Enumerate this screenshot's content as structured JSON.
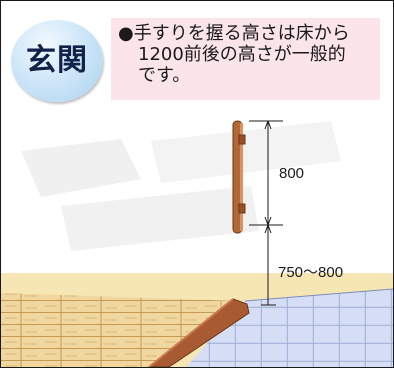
{
  "badge": {
    "label": "玄関"
  },
  "note": {
    "lines": [
      "●手すりを握る高さは床から",
      "1200前後の高さが一般的",
      "です。"
    ]
  },
  "dimensions": {
    "upper": "800",
    "lower": "750〜800"
  },
  "colors": {
    "note_background": "#fbe4ea",
    "badge": "#a9d2ee",
    "wood": "#a85a32",
    "tile": "#c9d4ee"
  }
}
